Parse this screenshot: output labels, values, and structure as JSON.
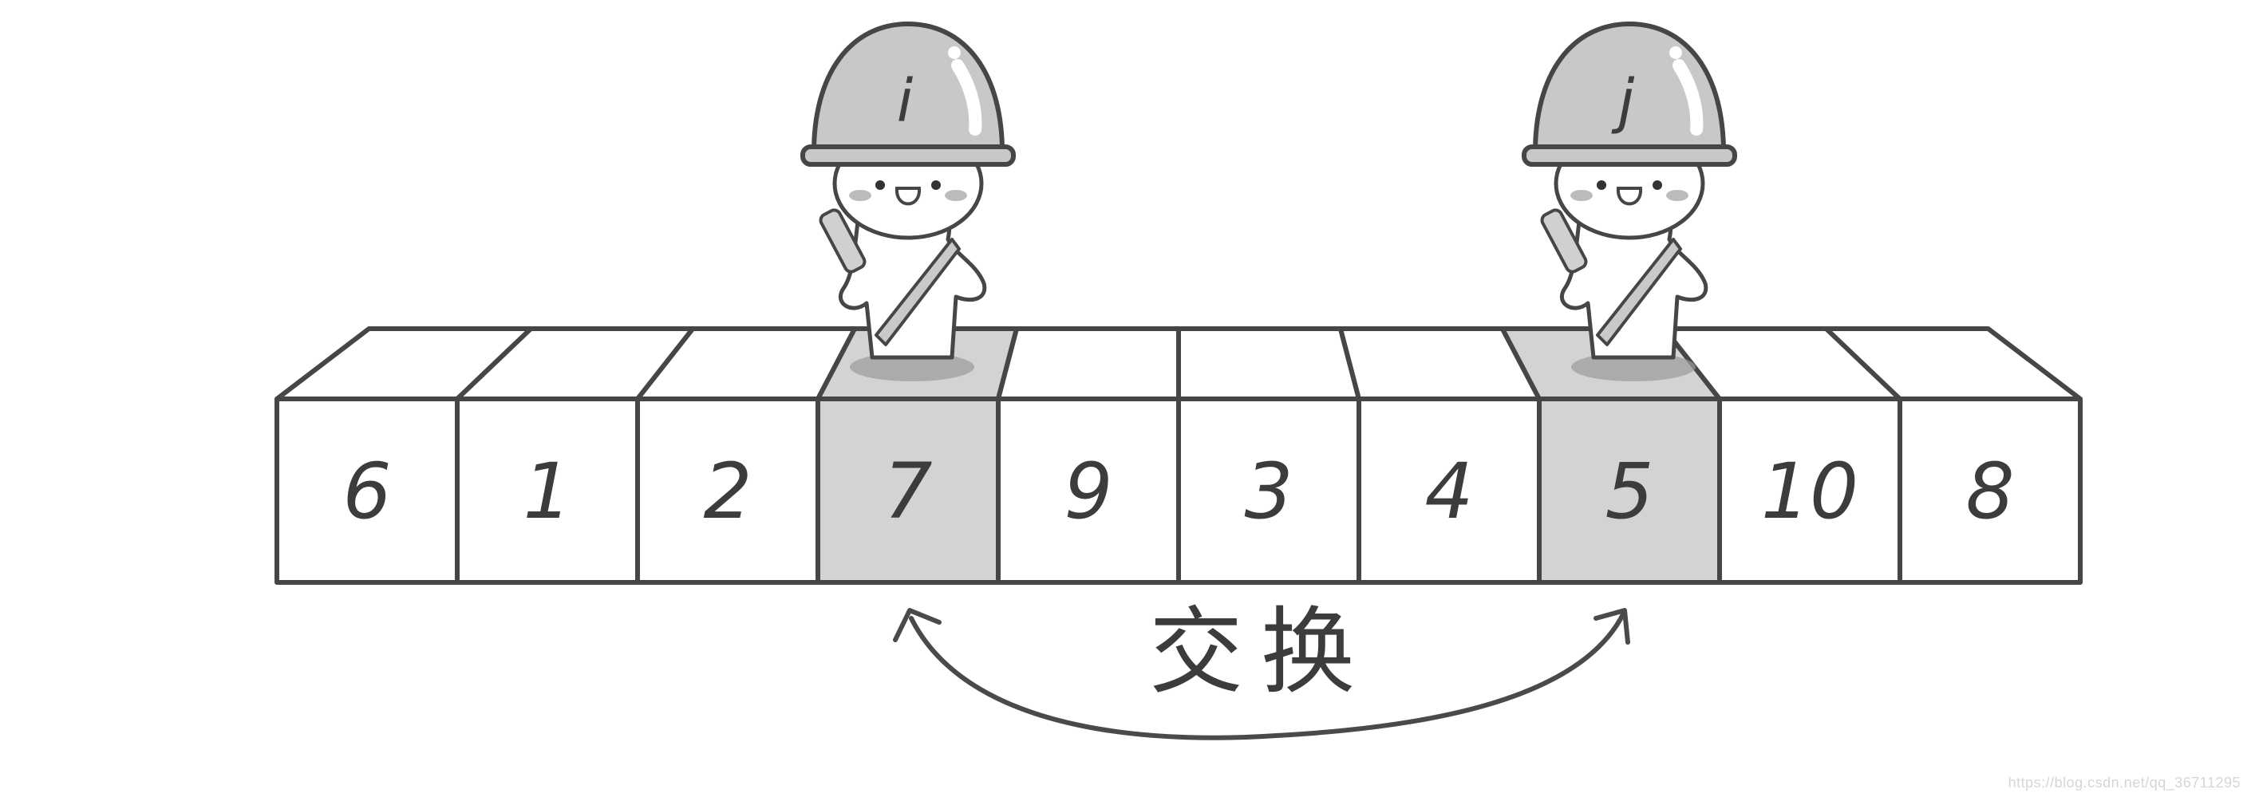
{
  "array": {
    "values": [
      "6",
      "1",
      "2",
      "7",
      "9",
      "3",
      "4",
      "5",
      "10",
      "8"
    ],
    "highlighted_indices": [
      3,
      7
    ],
    "highlight_color": "#d3d3d3",
    "stroke_color": "#464646"
  },
  "pointers": [
    {
      "label": "i",
      "index": 3
    },
    {
      "label": "j",
      "index": 7
    }
  ],
  "swap_label": "交换",
  "watermark": "https://blog.csdn.net/qq_36711295"
}
